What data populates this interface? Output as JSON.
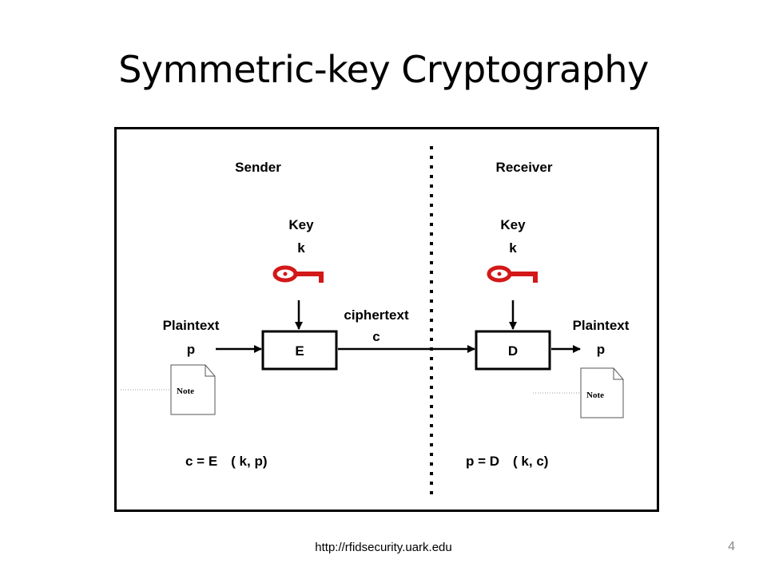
{
  "slide": {
    "title": "Symmetric-key Cryptography",
    "footer_url": "http://rfidsecurity.uark.edu",
    "page_number": "4"
  },
  "diagram": {
    "sender": {
      "heading": "Sender",
      "key_label": "Key",
      "key_symbol": "k",
      "input_label": "Plaintext",
      "input_symbol": "p",
      "function_box": "E",
      "note": "Note",
      "formula": "c = E　( k, p)"
    },
    "receiver": {
      "heading": "Receiver",
      "key_label": "Key",
      "key_symbol": "k",
      "output_label": "Plaintext",
      "output_symbol": "p",
      "function_box": "D",
      "note": "Note",
      "formula": "p = D　( k, c)"
    },
    "channel": {
      "label": "ciphertext",
      "symbol": "c"
    },
    "colors": {
      "key": "#d31818",
      "stroke": "#000000"
    },
    "icons": [
      "key-icon",
      "document-icon",
      "arrow-icon"
    ]
  }
}
